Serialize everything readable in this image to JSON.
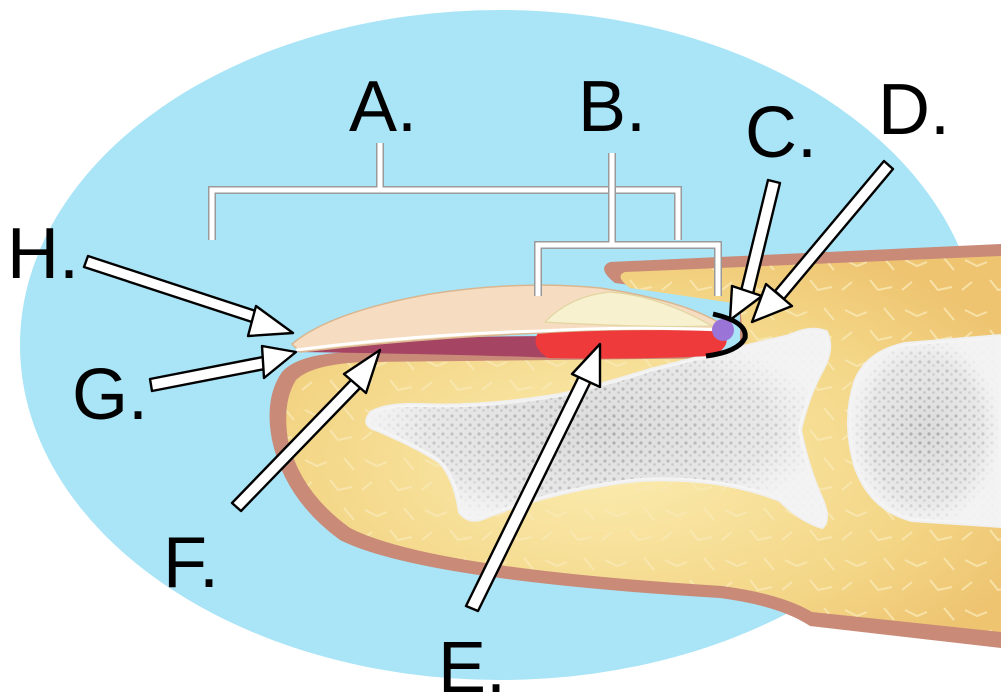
{
  "labels": {
    "A": "A.",
    "B": "B.",
    "C": "C.",
    "D": "D.",
    "E": "E.",
    "F": "F.",
    "G": "G.",
    "H": "H."
  },
  "colors": {
    "background_ellipse": "#a9e4f7",
    "skin_outline": "#c98a78",
    "skin_fill": "#f4d98c",
    "bone": "#e6e6e6",
    "nail_plate": "#f6dcc0",
    "nail_lunula": "#f7f1cf",
    "nail_bed": "#ee3a3a",
    "hyponychium": "#a64463",
    "matrix_point": "#9b74d8",
    "cuticle": "#000000",
    "arrow": "#ffffff"
  },
  "icons": {
    "arrows": "white-outlined-arrow",
    "brackets": "white-bracket"
  }
}
